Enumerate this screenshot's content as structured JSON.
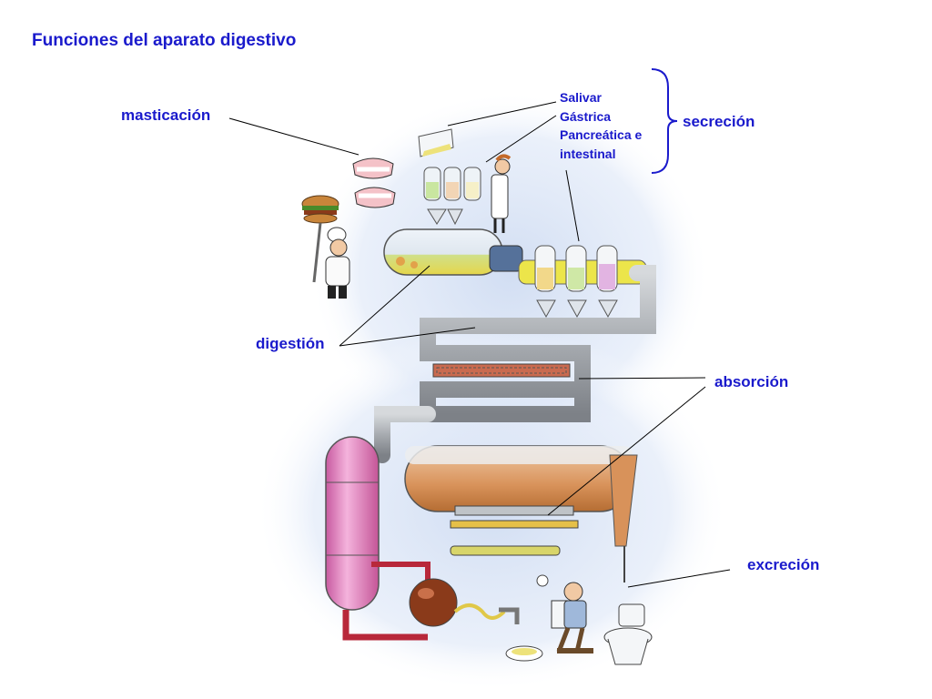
{
  "title": "Funciones del aparato digestivo",
  "labels": {
    "masticacion": "masticación",
    "digestion": "digestión",
    "secrecion": "secreción",
    "absorcion": "absorción",
    "excrecion": "excreción"
  },
  "secretions": [
    "Salivar",
    "Gástrica",
    "Pancreática e",
    "intestinal"
  ],
  "colors": {
    "text": "#1a1acc",
    "pipe": "#a7abb0",
    "tank": "#e78ac4",
    "chamber": "#d8925a",
    "background_glow": "#cfdcf2"
  }
}
